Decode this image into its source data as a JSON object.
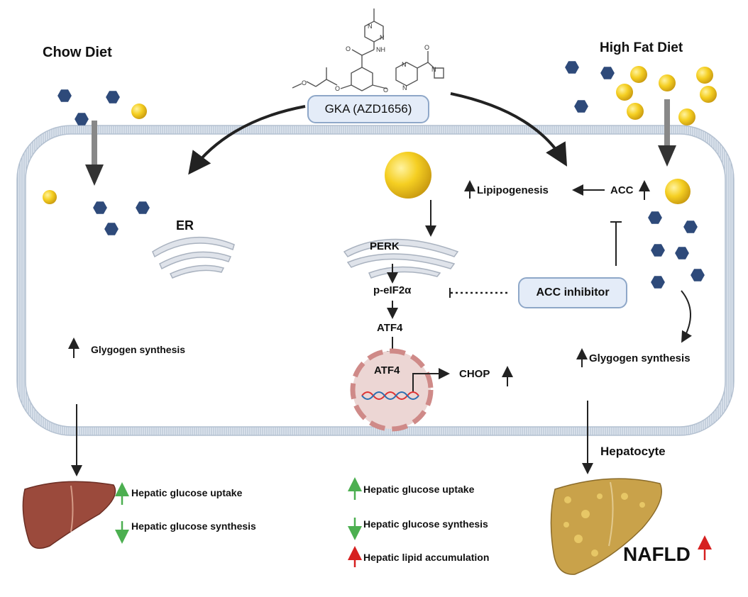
{
  "left_panel": {
    "title": "Chow Diet",
    "glycogen": "Glygogen synthesis",
    "effects": [
      "Hepatic glucose uptake",
      "Hepatic glucose synthesis"
    ]
  },
  "right_panel": {
    "title": "High Fat Diet",
    "glycogen": "Glygogen synthesis",
    "cell_label": "Hepatocyte",
    "disease": "NAFLD"
  },
  "drug": {
    "label": "GKA (AZD1656)",
    "structure_atoms": [
      "N",
      "N",
      "NH",
      "O",
      "O",
      "O",
      "O",
      "N",
      "N",
      "O",
      "N"
    ]
  },
  "er_label": "ER",
  "pathway": {
    "perk": "PERK",
    "peif2a": "p-eIF2α",
    "atf4": "ATF4",
    "atf4_nucleus": "ATF4",
    "chop": "CHOP"
  },
  "lipid": {
    "lipogenesis": "Lipipogenesis",
    "acc": "ACC",
    "inhibitor": "ACC inhibitor"
  },
  "center_effects": [
    "Hepatic glucose uptake",
    "Hepatic glucose synthesis",
    "Hepatic lipid accumulation"
  ],
  "colors": {
    "hexagon": "#2e4a7a",
    "lipid_droplet": "#f2c81f",
    "up_green": "#4caf50",
    "up_red": "#d62020",
    "membrane": "#c6d1de",
    "box_fill": "#e4ecf8",
    "healthy_liver": "#9b4a3c",
    "fatty_liver": "#c9a24a"
  }
}
